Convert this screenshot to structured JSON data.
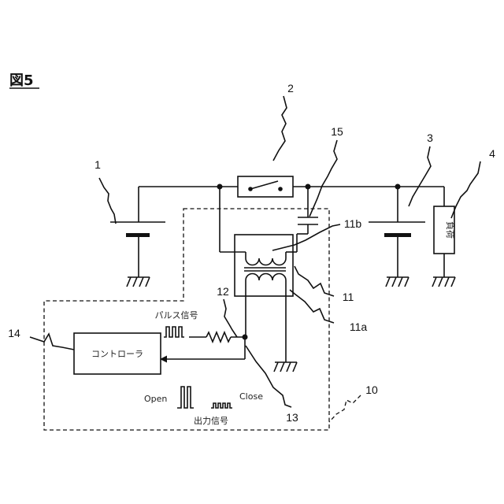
{
  "figure": {
    "title": "図5",
    "controller_label": "コントローラ",
    "load_label": "負荷",
    "pulse_signal_label": "パルス信号",
    "output_signal_label": "出力信号",
    "open_label": "Open",
    "close_label": "Close"
  },
  "reference_numerals": {
    "battery": "1",
    "relay": "2",
    "capacitor": "3",
    "load": "4",
    "control_device": "10",
    "transformer": "11",
    "primary_winding": "11a",
    "secondary_winding": "11b",
    "resistor": "12",
    "node": "13",
    "controller": "14",
    "coupling_capacitor": "15"
  },
  "colors": {
    "line": "#111111",
    "background": "#ffffff"
  }
}
